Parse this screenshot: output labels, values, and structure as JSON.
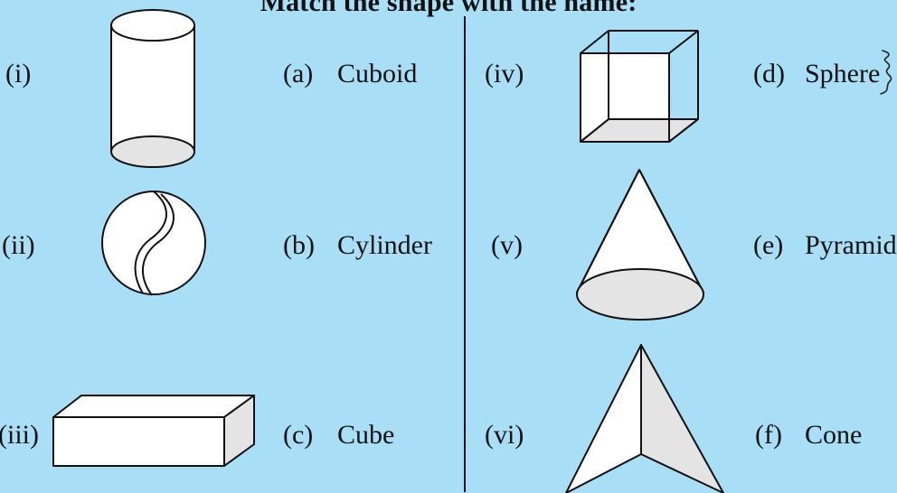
{
  "title": "Match the shape with the name:",
  "left_column": {
    "shapes": [
      {
        "numeral": "(i)",
        "icon": "cylinder-shape"
      },
      {
        "numeral": "(ii)",
        "icon": "sphere-shape"
      },
      {
        "numeral": "(iii)",
        "icon": "cuboid-shape"
      }
    ],
    "names": [
      {
        "letter": "(a)",
        "name": "Cuboid"
      },
      {
        "letter": "(b)",
        "name": "Cylinder"
      },
      {
        "letter": "(c)",
        "name": "Cube"
      }
    ]
  },
  "right_column": {
    "shapes": [
      {
        "numeral": "(iv)",
        "icon": "cube-shape"
      },
      {
        "numeral": "(v)",
        "icon": "cone-shape"
      },
      {
        "numeral": "(vi)",
        "icon": "pyramid-shape"
      }
    ],
    "names": [
      {
        "letter": "(d)",
        "name": "Sphere"
      },
      {
        "letter": "(e)",
        "name": "Pyramid"
      },
      {
        "letter": "(f)",
        "name": "Cone"
      }
    ]
  },
  "colors": {
    "background": "#a8dff7",
    "shape_fill": "#ffffff",
    "shaded_face": "#e4e4e4",
    "ink": "#111111"
  }
}
